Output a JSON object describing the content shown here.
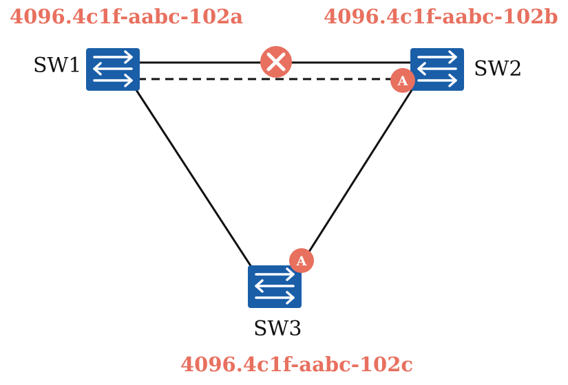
{
  "colors": {
    "accent": "#e8705f",
    "switch_fill": "#1a5ea8",
    "link": "#111111"
  },
  "switches": {
    "sw1": {
      "label": "SW1",
      "bridge_id": "4096.4c1f-aabc-102a"
    },
    "sw2": {
      "label": "SW2",
      "bridge_id": "4096.4c1f-aabc-102b"
    },
    "sw3": {
      "label": "SW3",
      "bridge_id": "4096.4c1f-aabc-102c"
    }
  },
  "ports": {
    "sw2_alternate": "A",
    "sw3_alternate": "A"
  },
  "icons": {
    "switch": "network-switch-icon",
    "blocked": "blocked-link-icon"
  }
}
